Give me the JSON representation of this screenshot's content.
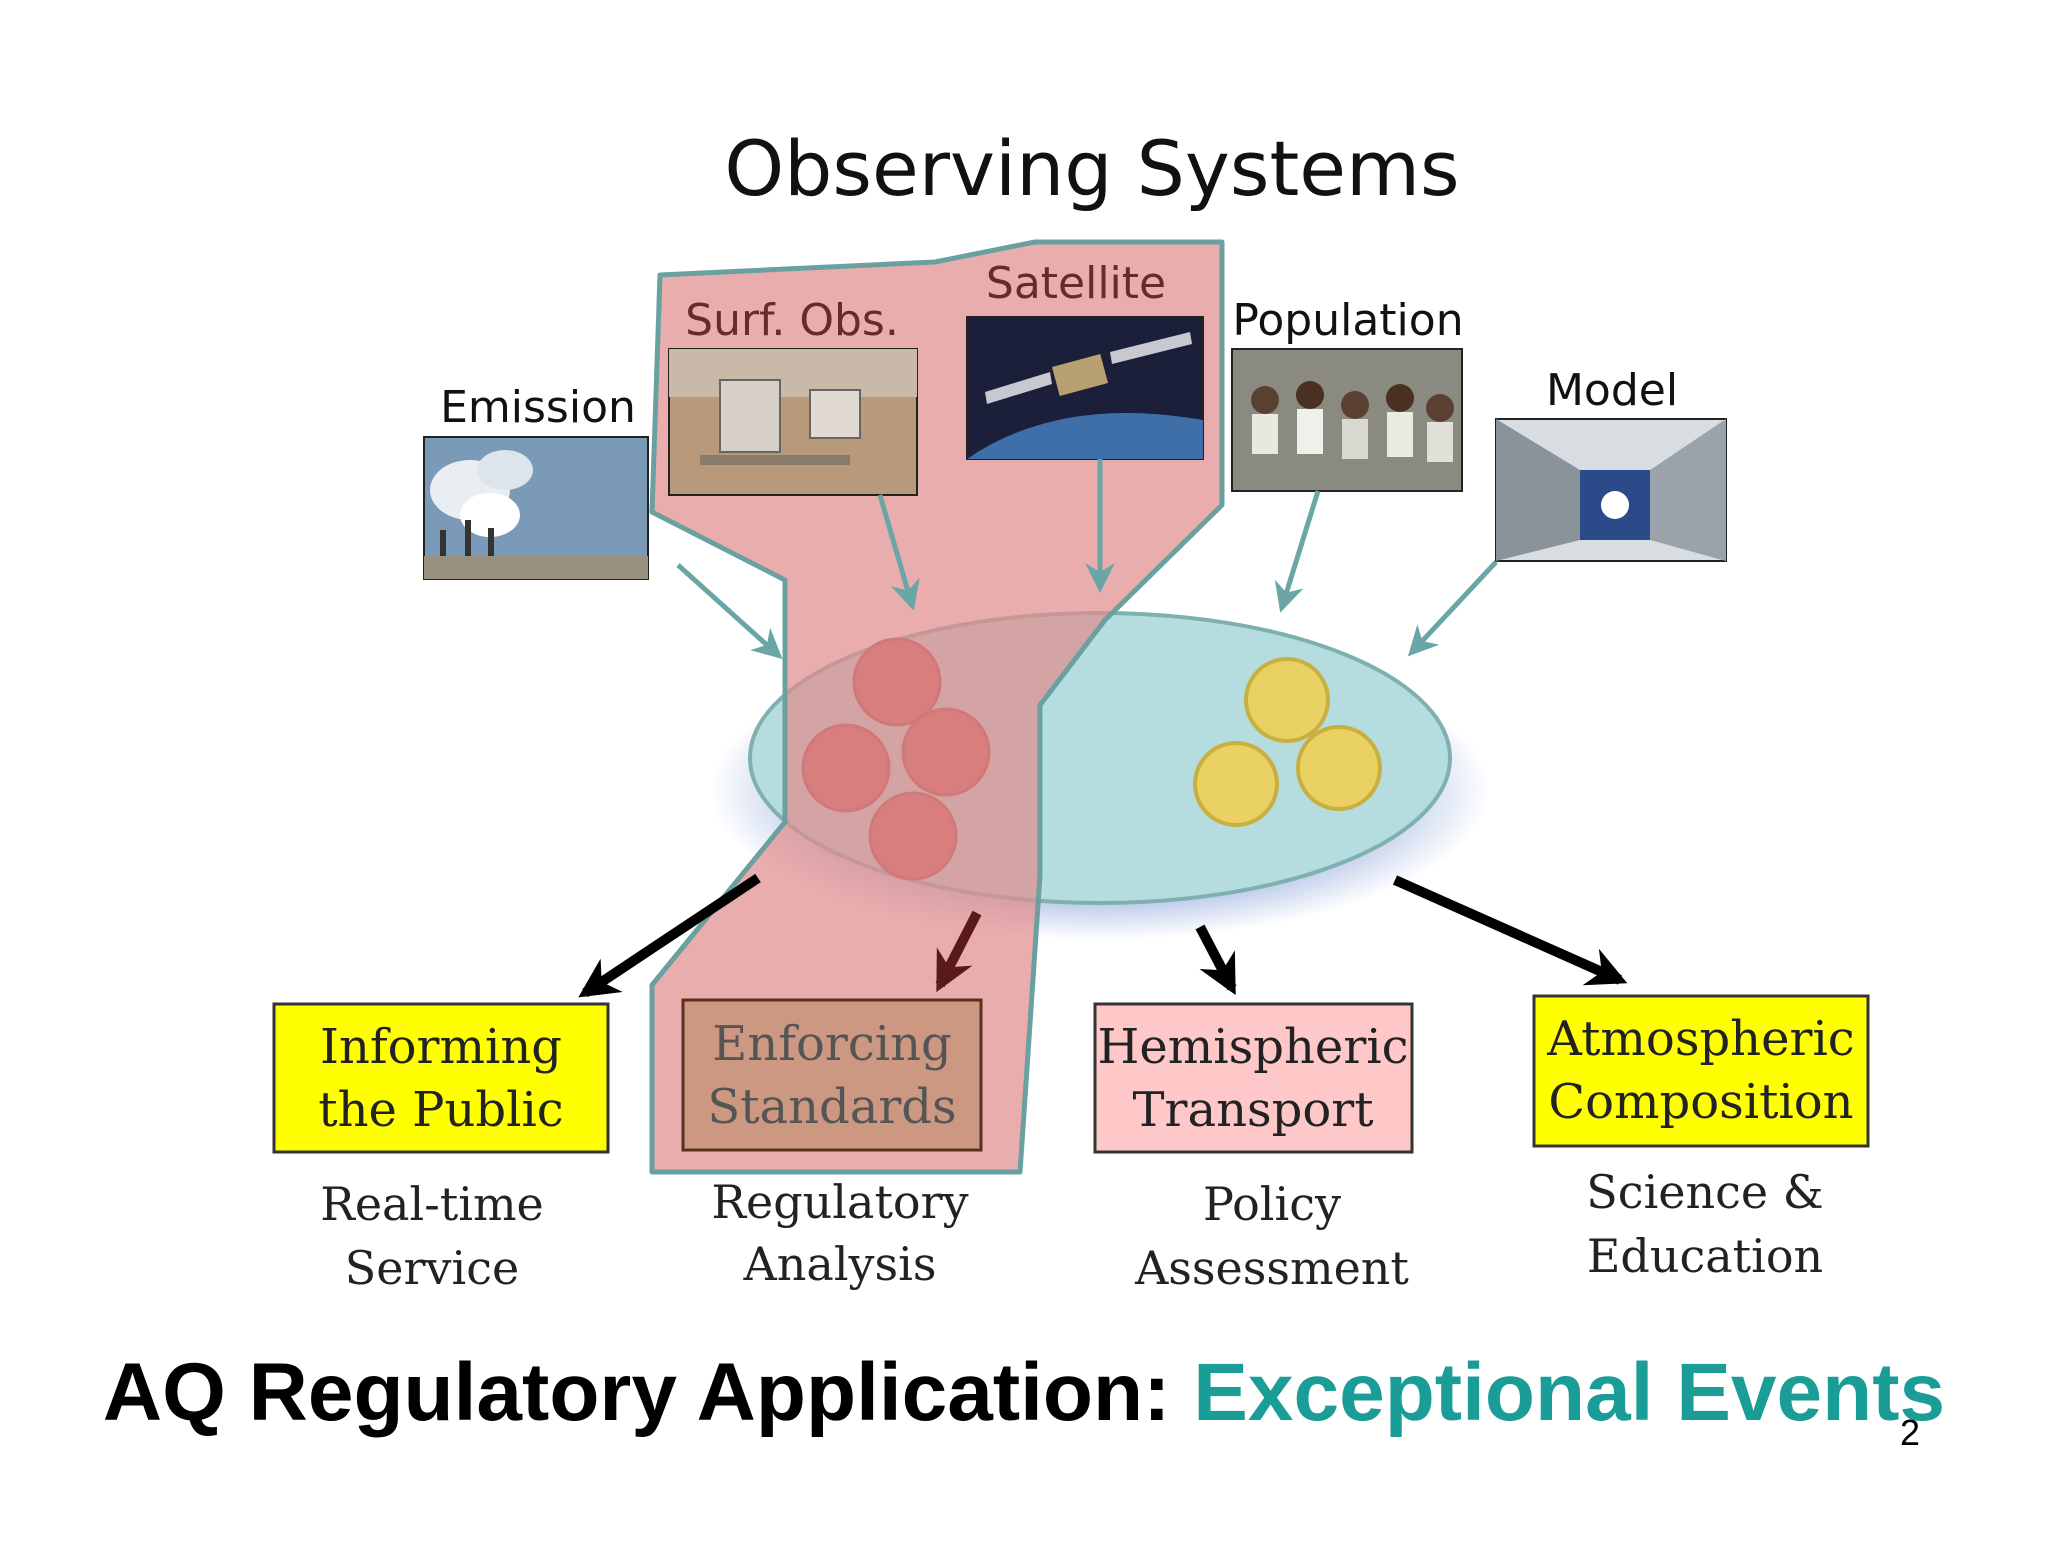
{
  "title": "Observing Systems",
  "sources": [
    {
      "label": "Emission",
      "icon": "smokestack-photo-icon"
    },
    {
      "label": "Surf. Obs.",
      "icon": "surface-station-photo-icon"
    },
    {
      "label": "Satellite",
      "icon": "satellite-photo-icon"
    },
    {
      "label": "Population",
      "icon": "crowd-photo-icon"
    },
    {
      "label": "Model",
      "icon": "supercomputer-photo-icon"
    }
  ],
  "applications": [
    {
      "line1": "Informing",
      "line2": "the Public",
      "sub1": "Real-time",
      "sub2": "Service",
      "color": "#ffff00"
    },
    {
      "line1": "Enforcing",
      "line2": "Standards",
      "sub1": "Regulatory",
      "sub2": "Analysis",
      "color": "#c8947a"
    },
    {
      "line1": "Hemispheric",
      "line2": "Transport",
      "sub1": "Policy",
      "sub2": "Assessment",
      "color": "#ffc8c8"
    },
    {
      "line1": "Atmospheric",
      "line2": "Composition",
      "sub1": "Science &",
      "sub2": "Education",
      "color": "#ffff00"
    }
  ],
  "colors": {
    "highlight": "#e49696",
    "hub": "#b5dde0",
    "red_dot": "#d05a5a",
    "yellow_dot": "#ead163",
    "accent": "#1a9c97"
  },
  "caption": {
    "main": "AQ Regulatory Application: ",
    "accent": "Exceptional Events"
  },
  "slide_number": "2"
}
